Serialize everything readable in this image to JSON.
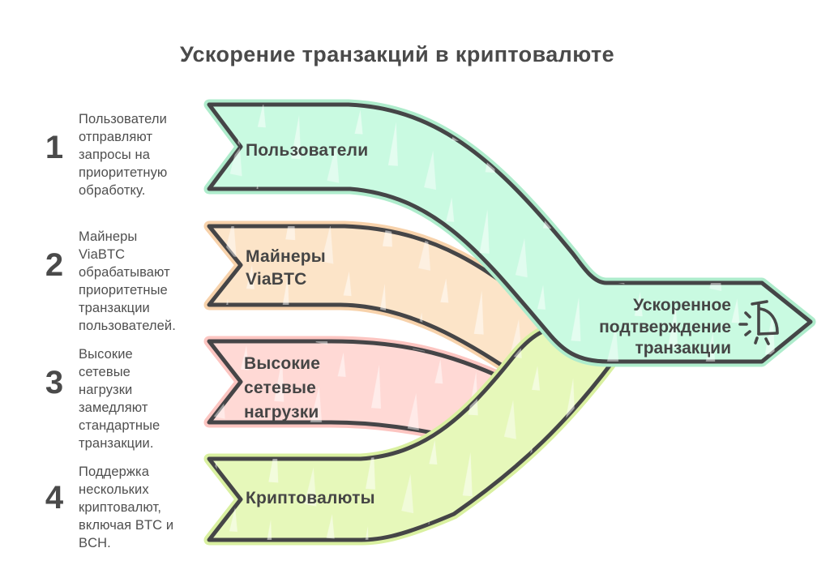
{
  "title": "Ускорение транзакций в криптовалюте",
  "steps": [
    {
      "number": "1",
      "description": "Пользователи отправляют запросы на приоритетную обработку."
    },
    {
      "number": "2",
      "description": "Майнеры ViaBTC обрабатывают приоритетные транзакции пользователей."
    },
    {
      "number": "3",
      "description": "Высокие сетевые нагрузки замедляют стандартные транзакции."
    },
    {
      "number": "4",
      "description": "Поддержка нескольких криптовалют, включая BTC и BCH."
    }
  ],
  "bands": [
    {
      "label": "Пользователи",
      "color": "#c9fae1",
      "edge_color": "#aeeccc"
    },
    {
      "label": "Майнеры ViaBTC",
      "color": "#fce4c8",
      "edge_color": "#f7d2ab"
    },
    {
      "label": "Высокие сетевые нагрузки",
      "color": "#ffd9d5",
      "edge_color": "#fcc5c1"
    },
    {
      "label": "Криптовалюты",
      "color": "#e6f8ba",
      "edge_color": "#d9f0a0"
    }
  ],
  "result": {
    "label": "Ускоренное подтверждение транзакции",
    "icon": "stopwatch-icon",
    "color": "#c9fae1"
  },
  "colors": {
    "background": "#ffffff",
    "outline": "#454547",
    "text": "#4f4f4f",
    "heading": "#4a4a4a"
  }
}
